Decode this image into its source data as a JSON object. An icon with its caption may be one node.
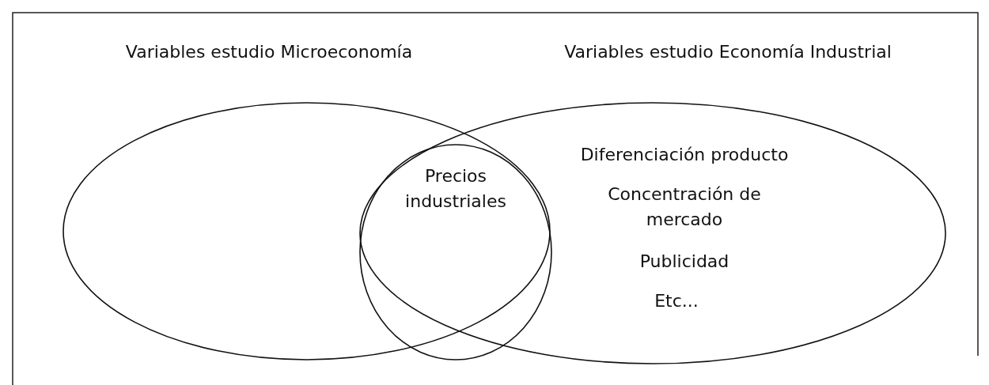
{
  "diagram": {
    "nodes": [
      {
        "text": [
          "Variables estudio Microeconomía"
        ]
      },
      {
        "text": [
          "Variables estudio Economía Industrial",
          "Diferenciación producto",
          "Concentración de mercado",
          "Publicidad",
          "Etc..."
        ]
      },
      {
        "text": [
          "Precios industriales"
        ]
      }
    ]
  }
}
